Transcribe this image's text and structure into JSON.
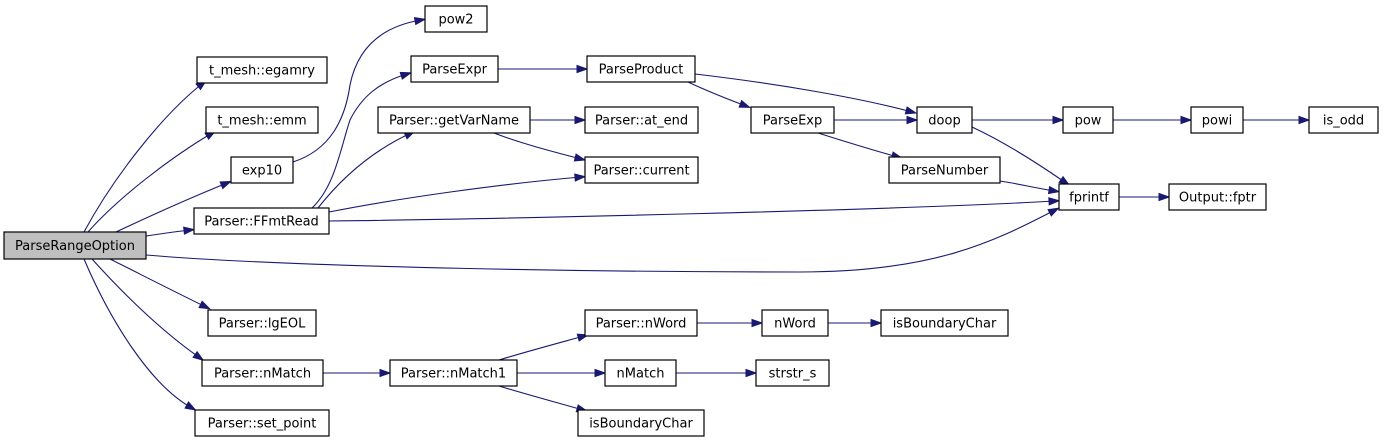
{
  "colors": {
    "edge": "#191970",
    "root_fill": "#bfbfbf",
    "node_fill": "#ffffff",
    "node_border": "#000000"
  },
  "nodes": [
    {
      "id": "parserangeoption",
      "label": "ParseRangeOption",
      "root": true
    },
    {
      "id": "t_mesh_egamry",
      "label": "t_mesh::egamry"
    },
    {
      "id": "t_mesh_emm",
      "label": "t_mesh::emm"
    },
    {
      "id": "exp10",
      "label": "exp10"
    },
    {
      "id": "parser_ffmtread",
      "label": "Parser::FFmtRead"
    },
    {
      "id": "parser_lgeol",
      "label": "Parser::lgEOL"
    },
    {
      "id": "parser_nmatch",
      "label": "Parser::nMatch"
    },
    {
      "id": "parser_set_point",
      "label": "Parser::set_point"
    },
    {
      "id": "pow2",
      "label": "pow2"
    },
    {
      "id": "parseexpr",
      "label": "ParseExpr"
    },
    {
      "id": "parser_getvarname",
      "label": "Parser::getVarName"
    },
    {
      "id": "parser_at_end",
      "label": "Parser::at_end"
    },
    {
      "id": "parser_current",
      "label": "Parser::current"
    },
    {
      "id": "parseproduct",
      "label": "ParseProduct"
    },
    {
      "id": "parseexp",
      "label": "ParseExp"
    },
    {
      "id": "doop",
      "label": "doop"
    },
    {
      "id": "parsenumber",
      "label": "ParseNumber"
    },
    {
      "id": "fprintf",
      "label": "fprintf"
    },
    {
      "id": "pow",
      "label": "pow"
    },
    {
      "id": "powi",
      "label": "powi"
    },
    {
      "id": "is_odd",
      "label": "is_odd"
    },
    {
      "id": "output_fptr",
      "label": "Output::fptr"
    },
    {
      "id": "parser_nmatch1",
      "label": "Parser::nMatch1"
    },
    {
      "id": "parser_nword",
      "label": "Parser::nWord"
    },
    {
      "id": "nword",
      "label": "nWord"
    },
    {
      "id": "isboundarychar_1",
      "label": "isBoundaryChar"
    },
    {
      "id": "nmatch",
      "label": "nMatch"
    },
    {
      "id": "strstr_s",
      "label": "strstr_s"
    },
    {
      "id": "isboundarychar_2",
      "label": "isBoundaryChar"
    }
  ],
  "edges": [
    {
      "from": "parserangeoption",
      "to": "t_mesh_egamry"
    },
    {
      "from": "parserangeoption",
      "to": "t_mesh_emm"
    },
    {
      "from": "parserangeoption",
      "to": "exp10"
    },
    {
      "from": "parserangeoption",
      "to": "parser_ffmtread"
    },
    {
      "from": "parserangeoption",
      "to": "fprintf"
    },
    {
      "from": "parserangeoption",
      "to": "parser_lgeol"
    },
    {
      "from": "parserangeoption",
      "to": "parser_nmatch"
    },
    {
      "from": "parserangeoption",
      "to": "parser_set_point"
    },
    {
      "from": "exp10",
      "to": "pow2"
    },
    {
      "from": "parser_ffmtread",
      "to": "parseexpr"
    },
    {
      "from": "parser_ffmtread",
      "to": "parser_getvarname"
    },
    {
      "from": "parser_ffmtread",
      "to": "parser_current"
    },
    {
      "from": "parser_ffmtread",
      "to": "fprintf"
    },
    {
      "from": "parseexpr",
      "to": "parseproduct"
    },
    {
      "from": "parser_getvarname",
      "to": "parser_at_end"
    },
    {
      "from": "parser_getvarname",
      "to": "parser_current"
    },
    {
      "from": "parseproduct",
      "to": "parseexp"
    },
    {
      "from": "parseproduct",
      "to": "doop"
    },
    {
      "from": "parseexp",
      "to": "doop"
    },
    {
      "from": "parseexp",
      "to": "parsenumber"
    },
    {
      "from": "doop",
      "to": "pow"
    },
    {
      "from": "doop",
      "to": "fprintf"
    },
    {
      "from": "parsenumber",
      "to": "fprintf"
    },
    {
      "from": "pow",
      "to": "powi"
    },
    {
      "from": "powi",
      "to": "is_odd"
    },
    {
      "from": "fprintf",
      "to": "output_fptr"
    },
    {
      "from": "parser_nmatch",
      "to": "parser_nmatch1"
    },
    {
      "from": "parser_nmatch1",
      "to": "parser_nword"
    },
    {
      "from": "parser_nmatch1",
      "to": "nmatch"
    },
    {
      "from": "parser_nmatch1",
      "to": "isboundarychar_2"
    },
    {
      "from": "parser_nword",
      "to": "nword"
    },
    {
      "from": "nword",
      "to": "isboundarychar_1"
    },
    {
      "from": "nmatch",
      "to": "strstr_s"
    }
  ]
}
